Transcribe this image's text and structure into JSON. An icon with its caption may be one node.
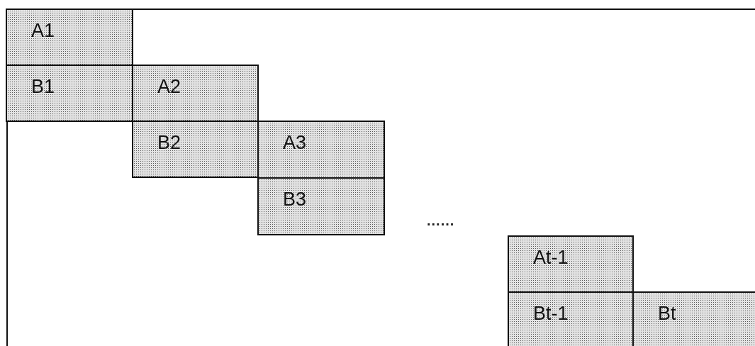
{
  "diagram": {
    "nodes": [
      {
        "text": [
          "A1"
        ]
      },
      {
        "text": [
          "B1"
        ]
      },
      {
        "text": [
          "A2"
        ]
      },
      {
        "text": [
          "B2"
        ]
      },
      {
        "text": [
          "A3"
        ]
      },
      {
        "text": [
          "B3"
        ]
      },
      {
        "text": [
          "At-1"
        ]
      },
      {
        "text": [
          "Bt-1"
        ]
      },
      {
        "text": [
          "Bt"
        ]
      }
    ],
    "edges": [],
    "labels": [
      "......"
    ]
  }
}
